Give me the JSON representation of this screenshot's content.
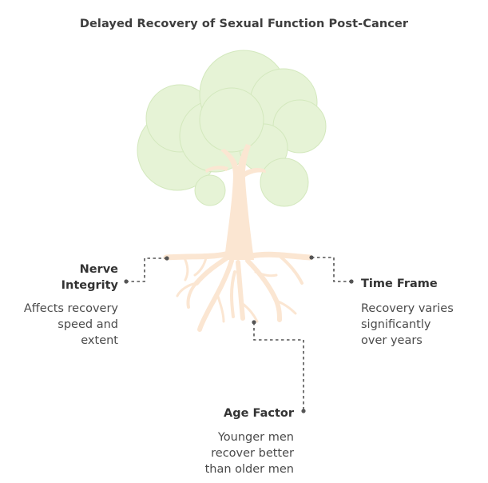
{
  "title": "Delayed Recovery of Sexual Function Post-Cancer",
  "colors": {
    "foliage": "#e6f3d6",
    "foliage_stroke": "#d3e8bd",
    "trunk_roots": "#fbe6d2",
    "connector": "#555555"
  },
  "factors": [
    {
      "id": "nerve-integrity",
      "title_lines": [
        "Nerve",
        "Integrity"
      ],
      "description_lines": [
        "Affects recovery",
        "speed and",
        "extent"
      ]
    },
    {
      "id": "time-frame",
      "title_lines": [
        "Time Frame"
      ],
      "description_lines": [
        "Recovery varies",
        "significantly",
        "over years"
      ]
    },
    {
      "id": "age-factor",
      "title_lines": [
        "Age Factor"
      ],
      "description_lines": [
        "Younger men",
        "recover better",
        "than older men"
      ]
    }
  ]
}
